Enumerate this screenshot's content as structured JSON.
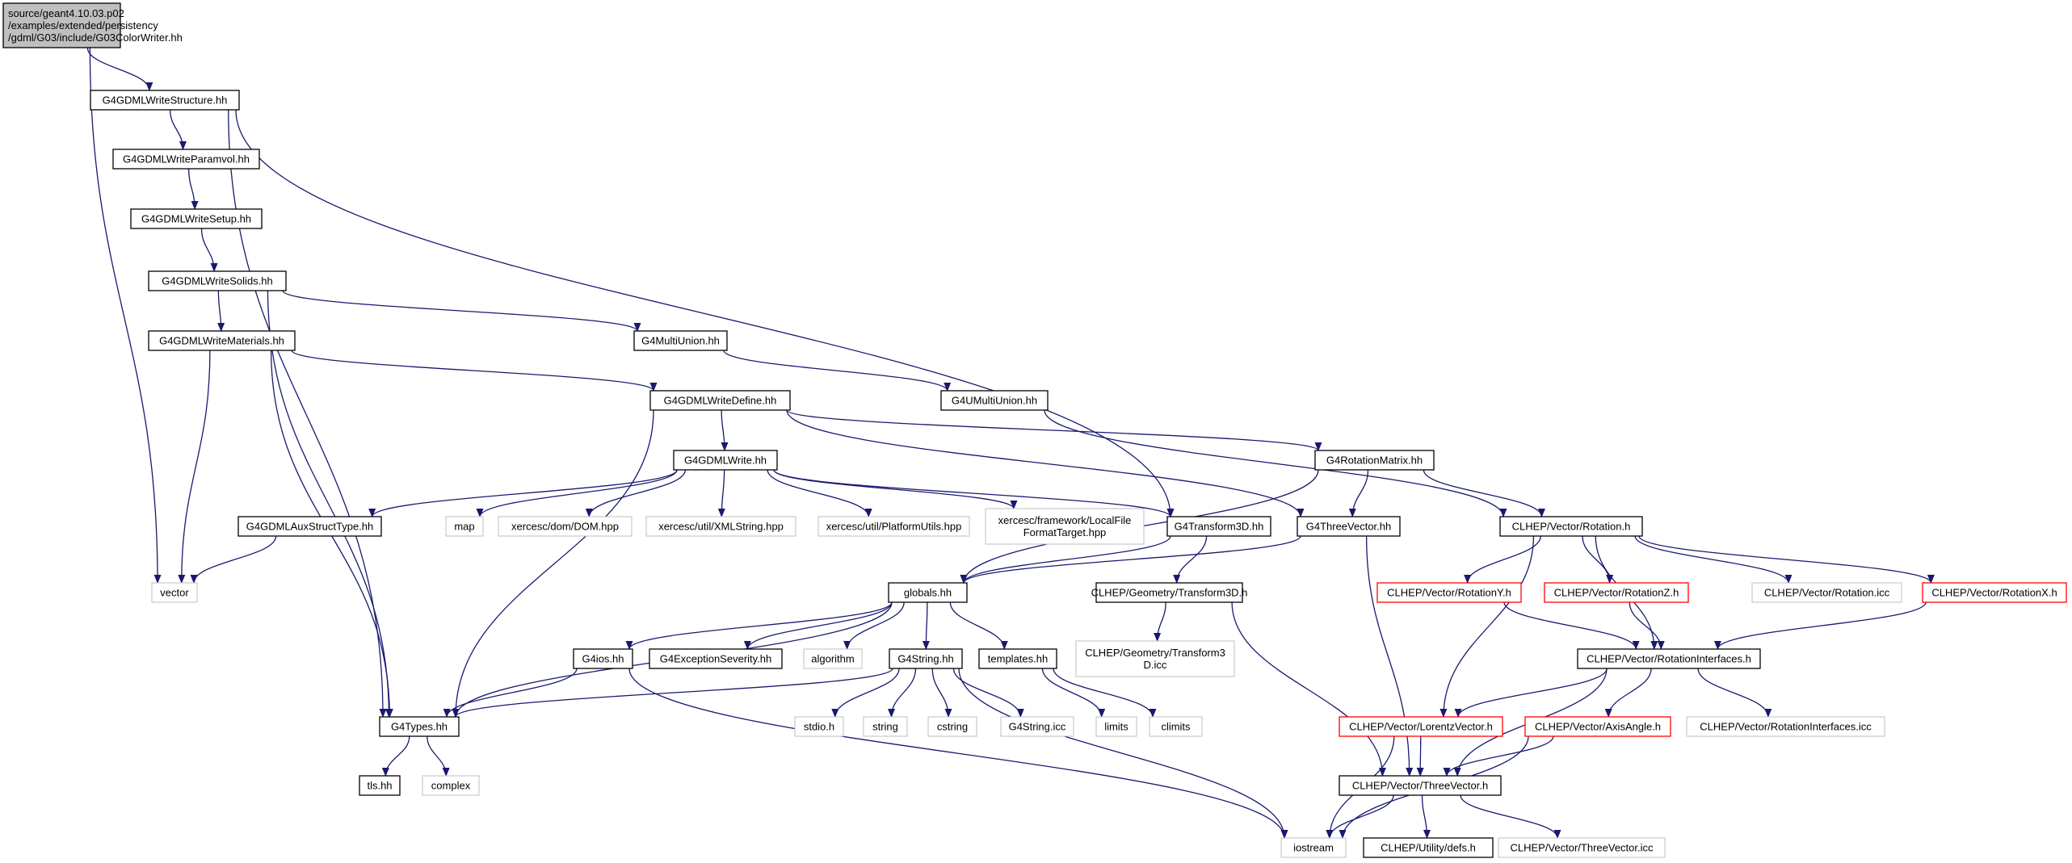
{
  "graph": {
    "root": "source/geant4.10.03.p02/examples/extended/persistency/gdml/G03/include/G03ColorWriter.hh",
    "colors": {
      "normal": "#000000",
      "missing": "#bfbfbf",
      "truncated": "#ff0000",
      "root_fill": "#bfbfbf",
      "edge": "#191970"
    },
    "nodes": [
      {
        "id": "root",
        "lines": [
          "source/geant4.10.03.p02",
          "/examples/extended/persistency",
          "/gdml/G03/include/G03ColorWriter.hh"
        ],
        "kind": "root"
      },
      {
        "id": "WriteStructure",
        "lines": [
          "G4GDMLWriteStructure.hh"
        ],
        "kind": "normal"
      },
      {
        "id": "WriteParamvol",
        "lines": [
          "G4GDMLWriteParamvol.hh"
        ],
        "kind": "normal"
      },
      {
        "id": "WriteSetup",
        "lines": [
          "G4GDMLWriteSetup.hh"
        ],
        "kind": "normal"
      },
      {
        "id": "WriteSolids",
        "lines": [
          "G4GDMLWriteSolids.hh"
        ],
        "kind": "normal"
      },
      {
        "id": "WriteMaterials",
        "lines": [
          "G4GDMLWriteMaterials.hh"
        ],
        "kind": "normal"
      },
      {
        "id": "MultiUnion",
        "lines": [
          "G4MultiUnion.hh"
        ],
        "kind": "normal"
      },
      {
        "id": "UMultiUnion",
        "lines": [
          "G4UMultiUnion.hh"
        ],
        "kind": "normal"
      },
      {
        "id": "WriteDefine",
        "lines": [
          "G4GDMLWriteDefine.hh"
        ],
        "kind": "normal"
      },
      {
        "id": "RotationMatrix",
        "lines": [
          "G4RotationMatrix.hh"
        ],
        "kind": "normal"
      },
      {
        "id": "GDMLWrite",
        "lines": [
          "G4GDMLWrite.hh"
        ],
        "kind": "normal"
      },
      {
        "id": "AuxStructType",
        "lines": [
          "G4GDMLAuxStructType.hh"
        ],
        "kind": "normal"
      },
      {
        "id": "map",
        "lines": [
          "map"
        ],
        "kind": "missing"
      },
      {
        "id": "DOM",
        "lines": [
          "xercesc/dom/DOM.hpp"
        ],
        "kind": "missing"
      },
      {
        "id": "XMLString",
        "lines": [
          "xercesc/util/XMLString.hpp"
        ],
        "kind": "missing"
      },
      {
        "id": "PlatformUtils",
        "lines": [
          "xercesc/util/PlatformUtils.hpp"
        ],
        "kind": "missing"
      },
      {
        "id": "LocalFile",
        "lines": [
          "xercesc/framework/LocalFile",
          "FormatTarget.hpp"
        ],
        "kind": "missing"
      },
      {
        "id": "Transform3D",
        "lines": [
          "G4Transform3D.hh"
        ],
        "kind": "normal"
      },
      {
        "id": "ThreeVector",
        "lines": [
          "G4ThreeVector.hh"
        ],
        "kind": "normal"
      },
      {
        "id": "Rotation",
        "lines": [
          "CLHEP/Vector/Rotation.h"
        ],
        "kind": "normal"
      },
      {
        "id": "vector",
        "lines": [
          "vector"
        ],
        "kind": "missing"
      },
      {
        "id": "globals",
        "lines": [
          "globals.hh"
        ],
        "kind": "normal"
      },
      {
        "id": "GeoTransform3D",
        "lines": [
          "CLHEP/Geometry/Transform3D.h"
        ],
        "kind": "normal"
      },
      {
        "id": "RotationY",
        "lines": [
          "CLHEP/Vector/RotationY.h"
        ],
        "kind": "truncated"
      },
      {
        "id": "RotationZ",
        "lines": [
          "CLHEP/Vector/RotationZ.h"
        ],
        "kind": "truncated"
      },
      {
        "id": "RotationIcc",
        "lines": [
          "CLHEP/Vector/Rotation.icc"
        ],
        "kind": "missing"
      },
      {
        "id": "RotationX",
        "lines": [
          "CLHEP/Vector/RotationX.h"
        ],
        "kind": "truncated"
      },
      {
        "id": "G4ios",
        "lines": [
          "G4ios.hh"
        ],
        "kind": "normal"
      },
      {
        "id": "ExceptionSeverity",
        "lines": [
          "G4ExceptionSeverity.hh"
        ],
        "kind": "normal"
      },
      {
        "id": "algorithm",
        "lines": [
          "algorithm"
        ],
        "kind": "missing"
      },
      {
        "id": "G4String",
        "lines": [
          "G4String.hh"
        ],
        "kind": "normal"
      },
      {
        "id": "templates",
        "lines": [
          "templates.hh"
        ],
        "kind": "normal"
      },
      {
        "id": "Transform3DIcc",
        "lines": [
          "CLHEP/Geometry/Transform3",
          "D.icc"
        ],
        "kind": "missing"
      },
      {
        "id": "RotationInterfaces",
        "lines": [
          "CLHEP/Vector/RotationInterfaces.h"
        ],
        "kind": "normal"
      },
      {
        "id": "G4Types",
        "lines": [
          "G4Types.hh"
        ],
        "kind": "normal"
      },
      {
        "id": "stdio",
        "lines": [
          "stdio.h"
        ],
        "kind": "missing"
      },
      {
        "id": "string",
        "lines": [
          "string"
        ],
        "kind": "missing"
      },
      {
        "id": "cstring",
        "lines": [
          "cstring"
        ],
        "kind": "missing"
      },
      {
        "id": "G4StringIcc",
        "lines": [
          "G4String.icc"
        ],
        "kind": "missing"
      },
      {
        "id": "limits",
        "lines": [
          "limits"
        ],
        "kind": "missing"
      },
      {
        "id": "climits",
        "lines": [
          "climits"
        ],
        "kind": "missing"
      },
      {
        "id": "LorentzVector",
        "lines": [
          "CLHEP/Vector/LorentzVector.h"
        ],
        "kind": "truncated"
      },
      {
        "id": "AxisAngle",
        "lines": [
          "CLHEP/Vector/AxisAngle.h"
        ],
        "kind": "truncated"
      },
      {
        "id": "RotationInterfacesIcc",
        "lines": [
          "CLHEP/Vector/RotationInterfaces.icc"
        ],
        "kind": "missing"
      },
      {
        "id": "tls",
        "lines": [
          "tls.hh"
        ],
        "kind": "normal"
      },
      {
        "id": "complex",
        "lines": [
          "complex"
        ],
        "kind": "missing"
      },
      {
        "id": "ThreeVectorH",
        "lines": [
          "CLHEP/Vector/ThreeVector.h"
        ],
        "kind": "normal"
      },
      {
        "id": "iostream",
        "lines": [
          "iostream"
        ],
        "kind": "missing"
      },
      {
        "id": "defs",
        "lines": [
          "CLHEP/Utility/defs.h"
        ],
        "kind": "normal"
      },
      {
        "id": "ThreeVectorIcc",
        "lines": [
          "CLHEP/Vector/ThreeVector.icc"
        ],
        "kind": "missing"
      }
    ],
    "edges": [
      [
        "root",
        "WriteStructure"
      ],
      [
        "root",
        "vector"
      ],
      [
        "WriteStructure",
        "WriteParamvol"
      ],
      [
        "WriteStructure",
        "Transform3D"
      ],
      [
        "WriteStructure",
        "G4Types"
      ],
      [
        "WriteParamvol",
        "WriteSetup"
      ],
      [
        "WriteSetup",
        "WriteSolids"
      ],
      [
        "WriteSolids",
        "WriteMaterials"
      ],
      [
        "WriteSolids",
        "MultiUnion"
      ],
      [
        "WriteSolids",
        "G4Types"
      ],
      [
        "WriteMaterials",
        "WriteDefine"
      ],
      [
        "WriteMaterials",
        "vector"
      ],
      [
        "WriteMaterials",
        "G4Types"
      ],
      [
        "MultiUnion",
        "UMultiUnion"
      ],
      [
        "UMultiUnion",
        "Rotation"
      ],
      [
        "WriteDefine",
        "GDMLWrite"
      ],
      [
        "WriteDefine",
        "RotationMatrix"
      ],
      [
        "WriteDefine",
        "ThreeVector"
      ],
      [
        "WriteDefine",
        "G4Types"
      ],
      [
        "GDMLWrite",
        "AuxStructType"
      ],
      [
        "GDMLWrite",
        "map"
      ],
      [
        "GDMLWrite",
        "DOM"
      ],
      [
        "GDMLWrite",
        "XMLString"
      ],
      [
        "GDMLWrite",
        "PlatformUtils"
      ],
      [
        "GDMLWrite",
        "LocalFile"
      ],
      [
        "GDMLWrite",
        "Transform3D"
      ],
      [
        "AuxStructType",
        "vector"
      ],
      [
        "RotationMatrix",
        "ThreeVector"
      ],
      [
        "RotationMatrix",
        "Rotation"
      ],
      [
        "RotationMatrix",
        "globals"
      ],
      [
        "Transform3D",
        "globals"
      ],
      [
        "Transform3D",
        "GeoTransform3D"
      ],
      [
        "ThreeVector",
        "globals"
      ],
      [
        "ThreeVector",
        "ThreeVectorH"
      ],
      [
        "Rotation",
        "RotationY"
      ],
      [
        "Rotation",
        "RotationZ"
      ],
      [
        "Rotation",
        "RotationIcc"
      ],
      [
        "Rotation",
        "RotationX"
      ],
      [
        "Rotation",
        "RotationInterfaces"
      ],
      [
        "Rotation",
        "LorentzVector"
      ],
      [
        "globals",
        "G4ios"
      ],
      [
        "globals",
        "ExceptionSeverity"
      ],
      [
        "globals",
        "algorithm"
      ],
      [
        "globals",
        "G4String"
      ],
      [
        "globals",
        "templates"
      ],
      [
        "globals",
        "G4Types"
      ],
      [
        "GeoTransform3D",
        "Transform3DIcc"
      ],
      [
        "GeoTransform3D",
        "ThreeVectorH"
      ],
      [
        "RotationY",
        "RotationInterfaces"
      ],
      [
        "RotationZ",
        "RotationInterfaces"
      ],
      [
        "RotationX",
        "RotationInterfaces"
      ],
      [
        "G4ios",
        "G4Types"
      ],
      [
        "G4ios",
        "iostream"
      ],
      [
        "G4String",
        "G4Types"
      ],
      [
        "G4String",
        "stdio"
      ],
      [
        "G4String",
        "string"
      ],
      [
        "G4String",
        "cstring"
      ],
      [
        "G4String",
        "G4StringIcc"
      ],
      [
        "G4String",
        "iostream"
      ],
      [
        "templates",
        "limits"
      ],
      [
        "templates",
        "climits"
      ],
      [
        "RotationInterfaces",
        "LorentzVector"
      ],
      [
        "RotationInterfaces",
        "AxisAngle"
      ],
      [
        "RotationInterfaces",
        "RotationInterfacesIcc"
      ],
      [
        "RotationInterfaces",
        "ThreeVectorH"
      ],
      [
        "G4Types",
        "tls"
      ],
      [
        "G4Types",
        "complex"
      ],
      [
        "LorentzVector",
        "ThreeVectorH"
      ],
      [
        "LorentzVector",
        "iostream"
      ],
      [
        "AxisAngle",
        "ThreeVectorH"
      ],
      [
        "AxisAngle",
        "iostream"
      ],
      [
        "ThreeVectorH",
        "iostream"
      ],
      [
        "ThreeVectorH",
        "defs"
      ],
      [
        "ThreeVectorH",
        "ThreeVectorIcc"
      ]
    ]
  }
}
